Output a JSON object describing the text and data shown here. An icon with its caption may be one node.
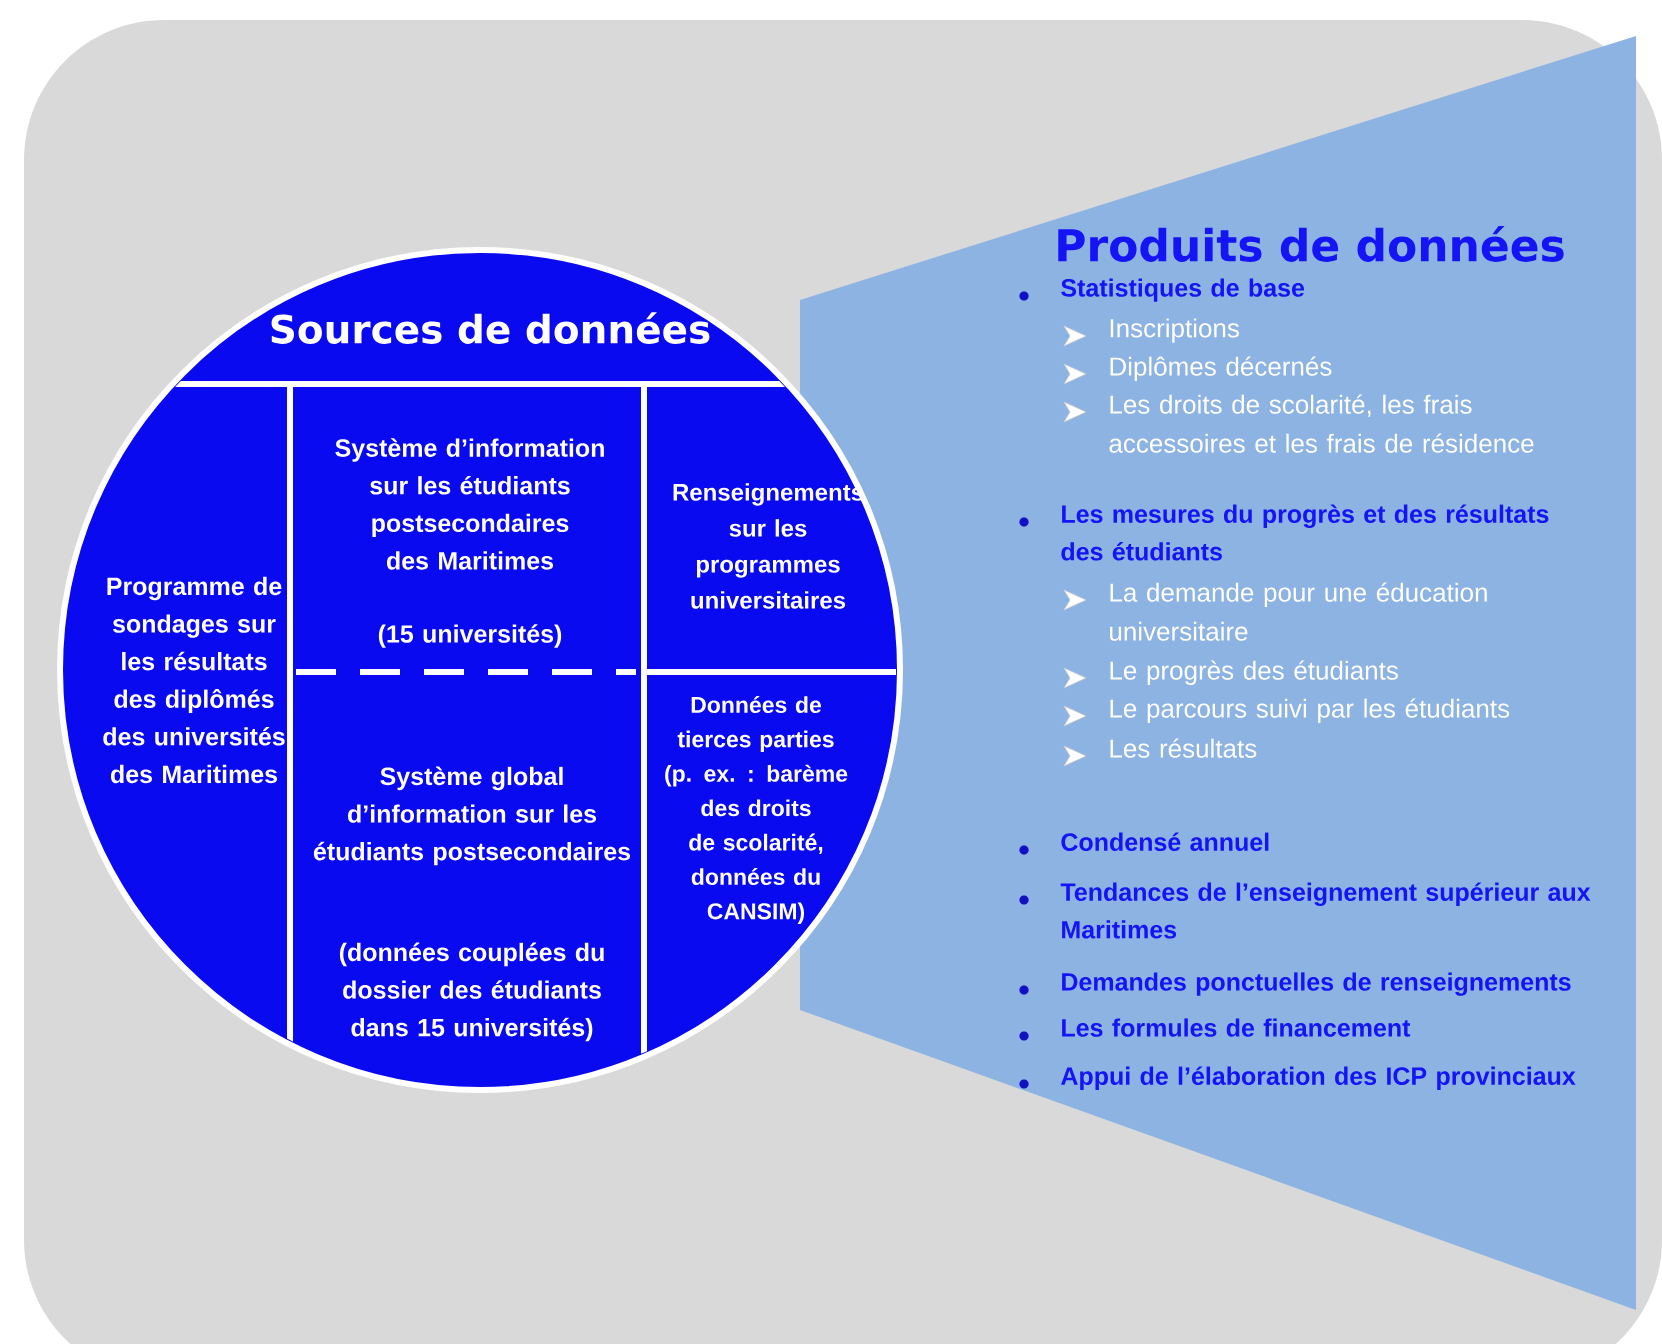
{
  "diagram": {
    "nodes": [
      {
        "text": [
          "Sources de données"
        ]
      },
      {
        "text": [
          "Programme de sondages sur les résultats des diplômés des universités des Maritimes"
        ],
        "in": 0
      },
      {
        "text": [
          "Système d’information sur les étudiants postsecondaires des Maritimes",
          "(15 universités)"
        ],
        "in": 0
      },
      {
        "text": [
          "Renseignements sur les programmes universitaires"
        ],
        "in": 0
      },
      {
        "text": [
          "Système global d’information sur les étudiants postsecondaires",
          "(données couplées du dossier des étudiants dans 15 universités)"
        ],
        "in": 0
      },
      {
        "text": [
          "Données de tierces parties (p. ex. : barème des droits de scolarité, données du CANSIM)"
        ],
        "in": 0
      },
      {
        "text": [
          "Produits de données",
          "Statistiques de base",
          "Inscriptions",
          "Diplômes décernés",
          "Les droits de scolarité, les frais accessoires et les frais de résidence",
          "Les mesures du progrès et des résultats des étudiants",
          "La demande pour une éducation universitaire",
          "Le progrès des étudiants",
          "Le parcours suivi par les étudiants",
          "Les résultats",
          "Condensé annuel",
          "Tendances de l’enseignement supérieur aux Maritimes",
          "Demandes ponctuelles de renseignements",
          "Les formules de financement",
          "Appui de l’élaboration des ICP provinciaux"
        ]
      }
    ],
    "edges": []
  }
}
